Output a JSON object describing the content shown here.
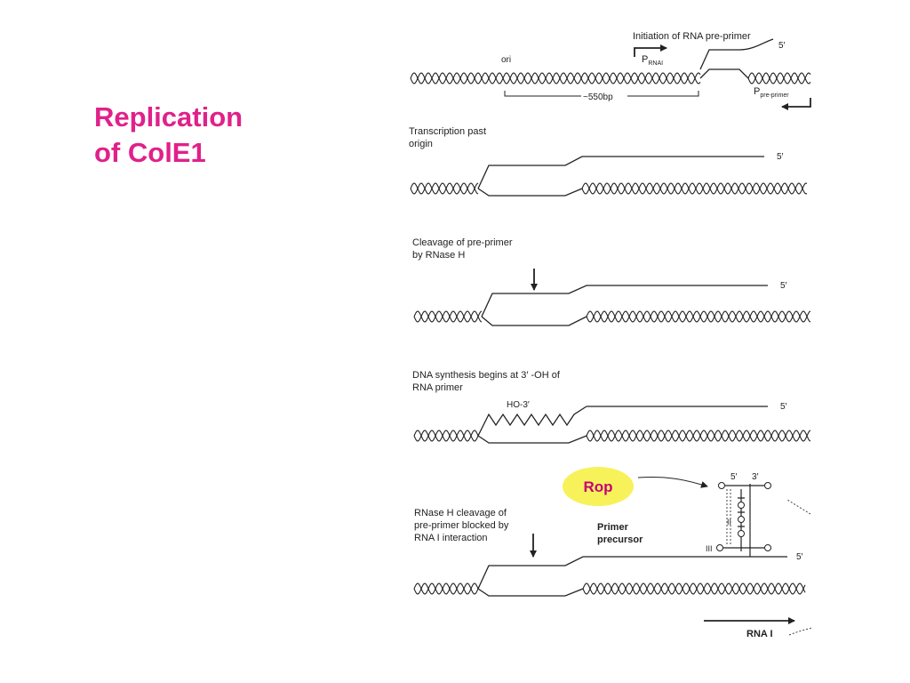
{
  "slide": {
    "title_lines": [
      "Replication",
      "of ColE1"
    ],
    "title_color": "#e0218a"
  },
  "figure": {
    "panel1": {
      "label": "Initiation of RNA pre-primer",
      "ori": "ori",
      "p_rnai_main": "P",
      "p_rnai_sub": "RNAI",
      "p_pre_main": "P",
      "p_pre_sub": "pre-primer",
      "distance": "~550bp",
      "five_prime": "5′"
    },
    "panel2": {
      "label_lines": [
        "Transcription past",
        "origin"
      ],
      "five_prime": "5′"
    },
    "panel3": {
      "label_lines": [
        "Cleavage of pre-primer",
        "by RNase H"
      ],
      "five_prime": "5′"
    },
    "panel4": {
      "label_lines": [
        "DNA synthesis begins at 3′ -OH of",
        "RNA primer"
      ],
      "ho3": "HO-3′",
      "five_prime": "5′"
    },
    "panel5": {
      "label_lines": [
        "RNase H cleavage of",
        "pre-primer blocked by",
        "RNA I interaction"
      ],
      "primer_lines": [
        "Primer",
        "precursor"
      ],
      "rop": "Rop",
      "rop_color": "#f7f25a",
      "stem_5": "5′",
      "stem_3": "3′",
      "loop_II": "II",
      "loop_III": "III",
      "five_prime": "5′",
      "rna_i": "RNA I"
    }
  }
}
